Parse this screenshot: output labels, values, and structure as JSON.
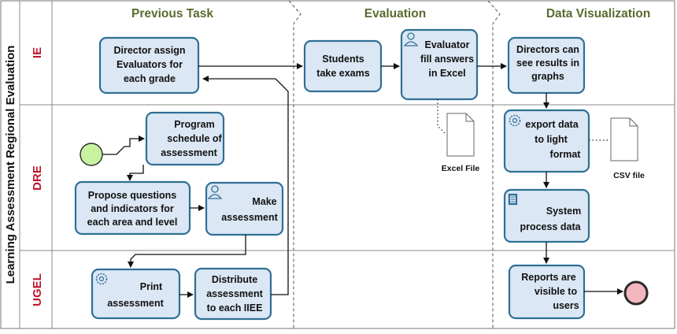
{
  "pool": {
    "title": "Learning Assessment Regional Evaluation"
  },
  "phases": [
    {
      "id": "previous",
      "label": "Previous Task"
    },
    {
      "id": "evaluation",
      "label": "Evaluation"
    },
    {
      "id": "dataviz",
      "label": "Data Visualization"
    }
  ],
  "lanes": [
    {
      "id": "ie",
      "label": "IE"
    },
    {
      "id": "dre",
      "label": "DRE"
    },
    {
      "id": "ugel",
      "label": "UGEL"
    }
  ],
  "tasks": {
    "director_assign": {
      "lines": [
        "Director assign",
        "Evaluators for",
        "each grade"
      ]
    },
    "students_exams": {
      "lines": [
        "Students",
        "take exams"
      ]
    },
    "evaluator_fill": {
      "lines": [
        "Evaluator",
        "fill answers",
        "in Excel"
      ],
      "icon": "user-icon"
    },
    "directors_see": {
      "lines": [
        "Directors can",
        "see results in",
        "graphs"
      ]
    },
    "program_schedule": {
      "lines": [
        "Program",
        "schedule of",
        "assessment"
      ]
    },
    "propose_questions": {
      "lines": [
        "Propose  questions",
        "and indicators for",
        "each area and level"
      ]
    },
    "make_assessment": {
      "lines": [
        "Make",
        "assessment"
      ],
      "icon": "user-icon"
    },
    "export_data": {
      "lines": [
        "export data",
        "to  light",
        "format"
      ],
      "icon": "gear-icon"
    },
    "system_process": {
      "lines": [
        "System",
        "process data"
      ],
      "icon": "script-icon"
    },
    "print_assessment": {
      "lines": [
        "Print",
        "assessment"
      ],
      "icon": "gear-icon"
    },
    "distribute_assessment": {
      "lines": [
        "Distribute",
        "assessment",
        "to each IIEE"
      ]
    },
    "reports_visible": {
      "lines": [
        "Reports are",
        "visible to",
        "users"
      ]
    }
  },
  "artifacts": {
    "excel_file": {
      "label": "Excel File"
    },
    "csv_file": {
      "label": "CSV file"
    }
  },
  "colors": {
    "task_fill": "#dbe7f4",
    "task_stroke": "#2f6f95",
    "lane_label": "#c0152c",
    "phase_label": "#5a6b2e",
    "start_event": "#c9f2a0",
    "end_event": "#f4b6bd"
  }
}
